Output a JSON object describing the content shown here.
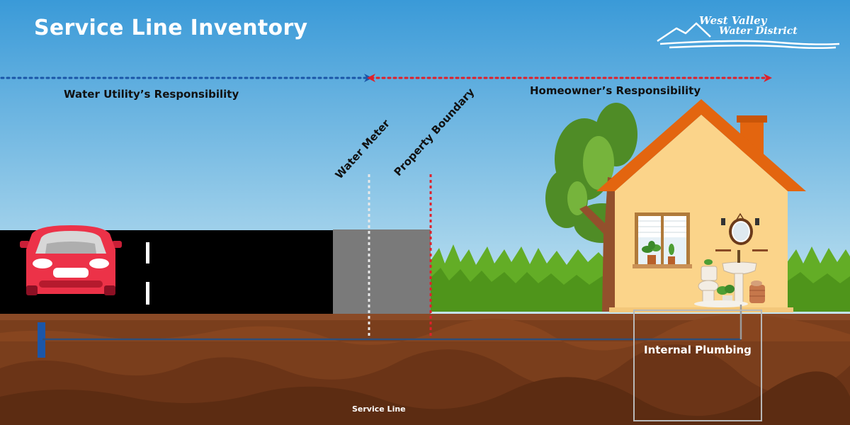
{
  "header": {
    "title": "Service Line Inventory"
  },
  "logo": {
    "line1": "West Valley",
    "line2": "Water District"
  },
  "responsibility": {
    "utility_label": "Water Utility’s Responsibility",
    "homeowner_label": "Homeowner’s Responsibility",
    "utility_color": "#1b56a8",
    "homeowner_color": "#e0202a"
  },
  "markers": {
    "water_meter": "Water Meter",
    "property_boundary": "Property Boundary"
  },
  "underground": {
    "internal_plumbing": "Internal Plumbing",
    "service_line": "Service Line"
  },
  "colors": {
    "sky_top": "#3a9ad8",
    "sky_bottom": "#c4e4f1",
    "road": "#000000",
    "sidewalk": "#7a7a7a",
    "soil": "#7a3e1c",
    "grass": "#5aa420",
    "house_wall": "#fbd48a",
    "roof": "#e3650f",
    "car": "#ec3248"
  },
  "icons": {
    "car": "car-icon",
    "house": "house-icon",
    "tree": "tree-icon",
    "window_plants": "potted-plant-icon",
    "mirror": "mirror-icon",
    "toilet": "toilet-icon",
    "sink": "sink-icon",
    "basket": "basket-icon",
    "mountain_logo": "mountain-logo-icon"
  }
}
